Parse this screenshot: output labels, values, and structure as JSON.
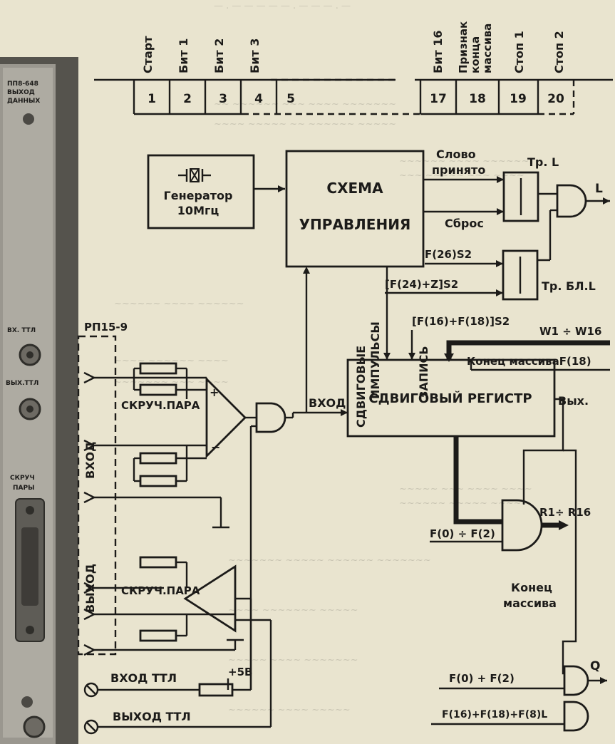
{
  "frame": {
    "cells": [
      "1",
      "2",
      "3",
      "4",
      "5",
      "17",
      "18",
      "19",
      "20"
    ],
    "headers": [
      "Старт",
      "Бит 1",
      "Бит 2",
      "Бит 3",
      "Бит 16",
      "Признак",
      "конца",
      "массива",
      "Стоп 1",
      "Стоп 2"
    ]
  },
  "blocks": {
    "generator": [
      "Генератор",
      "10Мгц"
    ],
    "control": [
      "СХЕМА",
      "УПРАВЛЕНИЯ"
    ],
    "shift_register": "СДВИГОВЫЙ РЕГИСТР"
  },
  "labels": {
    "slovo": "Слово",
    "prinyato": "принято",
    "sbros": "Сброс",
    "trl": "Тр. L",
    "trbl": "Тр. БЛ.L",
    "L": "L",
    "f26": "F(26)S2",
    "f24": "[F(24)+Z]S2",
    "f16": "[F(16)+F(18)]S2",
    "sdvig1": "СДВИГОВЫЕ",
    "sdvig2": "ИМПУЛЬСЫ",
    "zapis": "ЗАПИСЬ",
    "w": "W1 ÷ W16",
    "konec_f18": "Конец массиваF(18)",
    "vyh": "Вых.",
    "vhod": "ВХОД",
    "r": "R1÷ R16",
    "f0f2_a": "F(0) ÷ F(2)",
    "konec1": "Конец",
    "konec2": "массива",
    "q": "Q",
    "f0f2_b": "F(0) + F(2)",
    "f16f18f8": "F(16)+F(18)+F(8)L",
    "rp": "РП15-9",
    "vhod_vert": "ВХОД",
    "vyhod_vert": "ВЫХОД",
    "pair1": "СКРУЧ.ПАРА",
    "pair2": "СКРУЧ.ПАРА",
    "plus5": "+5В",
    "vhod_ttl": "ВХОД ТТЛ",
    "vyhod_ttl": "ВЫХОД ТТЛ"
  },
  "panel": {
    "top1": "ПП8-648",
    "top2": "ВЫХОД",
    "top3": "ДАННЫХ",
    "vh": "ВХ. ТТЛ",
    "vyh": "ВЫХ.ТТЛ",
    "skr1": "СКРУЧ",
    "skr2": "ПАРЫ"
  }
}
